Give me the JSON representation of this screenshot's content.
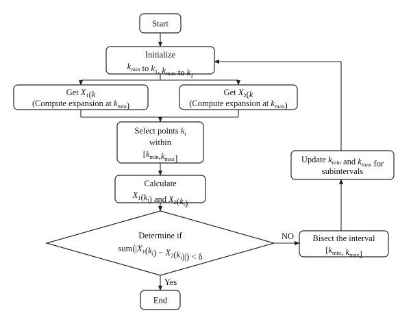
{
  "diagram": {
    "start": {
      "label": "Start"
    },
    "init": {
      "line1": "Initialize",
      "line2_parts": [
        "k",
        "min",
        " to ",
        "k",
        "1",
        ", ",
        "k",
        "max",
        " to ",
        "k",
        "2"
      ]
    },
    "get_x1": {
      "title_parts": [
        "Get ",
        "X",
        "1",
        "(k)"
      ],
      "detail_parts": [
        "(Compute expansion at ",
        "k",
        "min",
        ")"
      ]
    },
    "get_x2": {
      "title_parts": [
        "Get ",
        "X",
        "2",
        "(k)"
      ],
      "detail_parts": [
        "(Compute expansion at ",
        "k",
        "max",
        ")"
      ]
    },
    "select": {
      "line1_parts": [
        "Select points ",
        "k",
        "i"
      ],
      "line2": "within",
      "line3_parts": [
        "[",
        "k",
        "min",
        ",",
        "k",
        "max",
        "]"
      ]
    },
    "calculate": {
      "line1": "Calculate",
      "line2_parts": [
        "X",
        "1",
        "(k",
        "i",
        ") and ",
        "X",
        "2",
        "(k",
        "i",
        ")"
      ]
    },
    "decision": {
      "line1": "Determine if",
      "line2_parts": [
        "sum(|",
        "X",
        "1",
        "(k",
        "i",
        ") − ",
        "X",
        "2",
        "(k",
        "i",
        ")|) < δ"
      ]
    },
    "bisect": {
      "line1": "Bisect the interval",
      "line2_parts": [
        "[",
        "k",
        "min",
        ", ",
        "k",
        "max",
        "]"
      ]
    },
    "update": {
      "line1_parts": [
        "Update ",
        "k",
        "min",
        " and ",
        "k",
        "max",
        " for"
      ],
      "line2": "subintervals"
    },
    "end": {
      "label": "End"
    },
    "edge_labels": {
      "no": "NO",
      "yes": "Yes"
    }
  }
}
